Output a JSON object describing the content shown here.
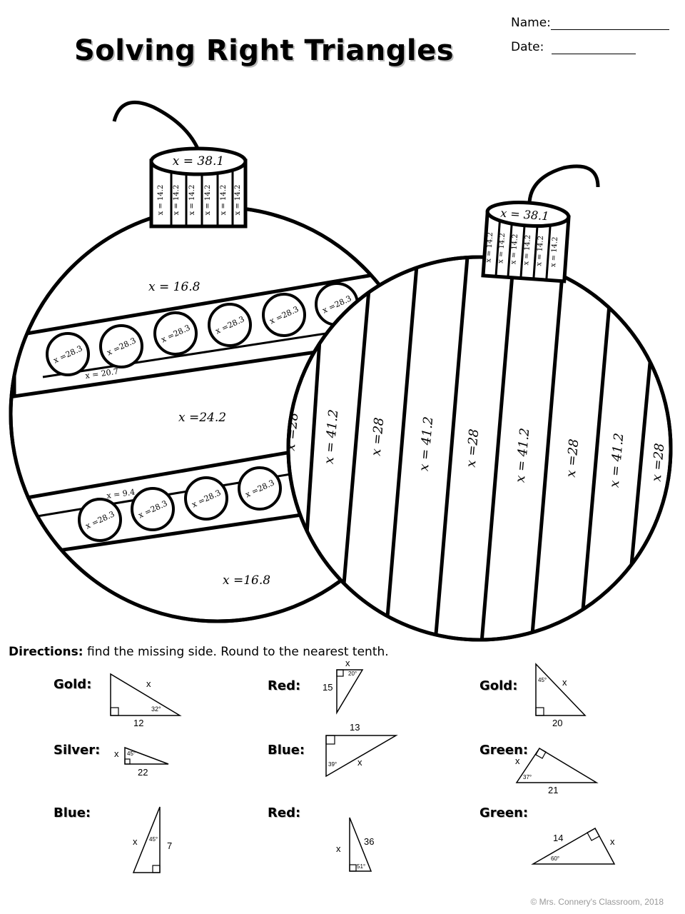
{
  "header": {
    "title": "Solving Right Triangles",
    "name_label": "Name:",
    "date_label": "Date:"
  },
  "ornament_left": {
    "cap_top": "x = 38.1",
    "cap_stripes": [
      "x = 14.2",
      "x = 14.2",
      "x = 14.2",
      "x = 14.2",
      "x = 14.2",
      "x = 14.2"
    ],
    "section_top": "x = 16.8",
    "band1_circles": [
      "x =28.3",
      "x =28.3",
      "x =28.3",
      "x =28.3",
      "x =28.3",
      "x =28.3"
    ],
    "band1_strip": "x = 20.7",
    "section_middle": "x =24.2",
    "band2_strip": "x = 9.4",
    "band2_circles": [
      "x =28.3",
      "x =28.3",
      "x =28.3",
      "x =28.3"
    ],
    "section_bottom": "x =16.8"
  },
  "ornament_right": {
    "cap_top": "x = 38.1",
    "cap_stripes": [
      "x = 14.2",
      "x = 14.2",
      "x = 14.2",
      "x = 14.2",
      "x = 14.2",
      "x = 14.2"
    ],
    "stripes": [
      "x =28",
      "x = 41.2",
      "x =28",
      "x = 41.2",
      "x =28",
      "x = 41.2",
      "x =28",
      "x = 41.2",
      "x =28"
    ]
  },
  "directions": {
    "label": "Directions:",
    "text": " find the missing side. Round to the nearest tenth."
  },
  "problems": [
    {
      "color": "Gold:",
      "labels": [
        "x",
        "32°",
        "12"
      ]
    },
    {
      "color": "Red:",
      "labels": [
        "x",
        "15",
        "20°"
      ]
    },
    {
      "color": "Gold:",
      "labels": [
        "45°",
        "x",
        "20"
      ]
    },
    {
      "color": "Silver:",
      "labels": [
        "x",
        "45°",
        "22"
      ]
    },
    {
      "color": "Blue:",
      "labels": [
        "13",
        "39°",
        "x"
      ]
    },
    {
      "color": "Green:",
      "labels": [
        "x",
        "37°",
        "21"
      ]
    },
    {
      "color": "Blue:",
      "labels": [
        "x",
        "45°",
        "7"
      ]
    },
    {
      "color": "Red:",
      "labels": [
        "36",
        "x",
        "51°"
      ]
    },
    {
      "color": "Green:",
      "labels": [
        "14",
        "x",
        "60°"
      ]
    }
  ],
  "footer": {
    "copyright": "© Mrs. Connery's Classroom, 2018"
  }
}
